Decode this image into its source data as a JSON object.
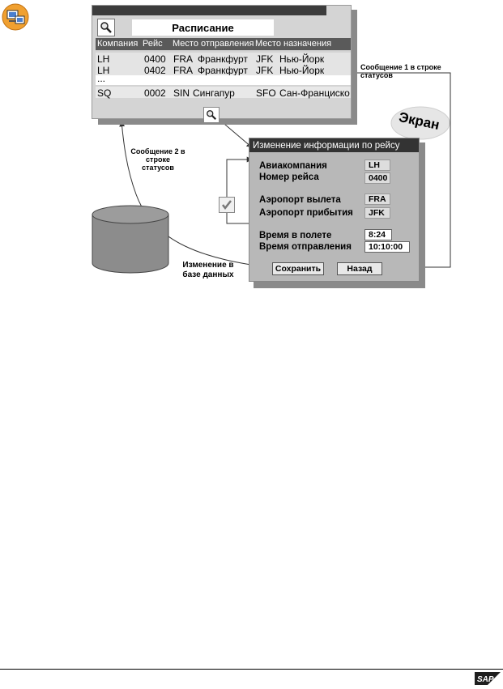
{
  "schedule": {
    "title": "Расписание",
    "columns": [
      "Компания",
      "Рейс",
      "Место отправления",
      "Место назначения"
    ],
    "rows": [
      {
        "company": "LH",
        "flight": "0400",
        "dep_code": "FRA",
        "dep_city": "Франкфурт",
        "arr_code": "JFK",
        "arr_city": "Нью-Йорк"
      },
      {
        "company": "LH",
        "flight": "0402",
        "dep_code": "FRA",
        "dep_city": "Франкфурт",
        "arr_code": "JFK",
        "arr_city": "Нью-Йорк"
      },
      {
        "ellipsis": "..."
      },
      {
        "company": "SQ",
        "flight": "0002",
        "dep_code": "SIN",
        "dep_city": "Сингапур",
        "arr_code": "SFO",
        "arr_city": "Сан-Франциско"
      }
    ]
  },
  "flight_change": {
    "title": "Изменение информации по рейсу",
    "fields": [
      {
        "label": "Авиакомпания",
        "value": "LH"
      },
      {
        "label": "Номер рейса",
        "value": "0400"
      },
      {
        "label": "Аэропорт вылета",
        "value": "FRA"
      },
      {
        "label": "Аэропорт прибытия",
        "value": "JFK"
      },
      {
        "label": "Время в полете",
        "value": "8:24"
      },
      {
        "label": "Время отправления",
        "value": "10:10:00"
      }
    ],
    "buttons": {
      "save": "Сохранить",
      "back": "Назад"
    }
  },
  "labels": {
    "status1": "Сообщение 1 в строке статусов",
    "status2": "Сообщение 2 в строке статусов",
    "screen": "Экран",
    "db_change": "Изменение в базе данных"
  },
  "footer": {
    "logo": "SAP"
  },
  "icons": [
    "computer-icon",
    "search-icon",
    "checkmark-icon",
    "database-icon"
  ],
  "colors": {
    "title_bar": "#333333",
    "window_bg": "#b8b8b8",
    "sap_blue": "#2a6fc0"
  }
}
